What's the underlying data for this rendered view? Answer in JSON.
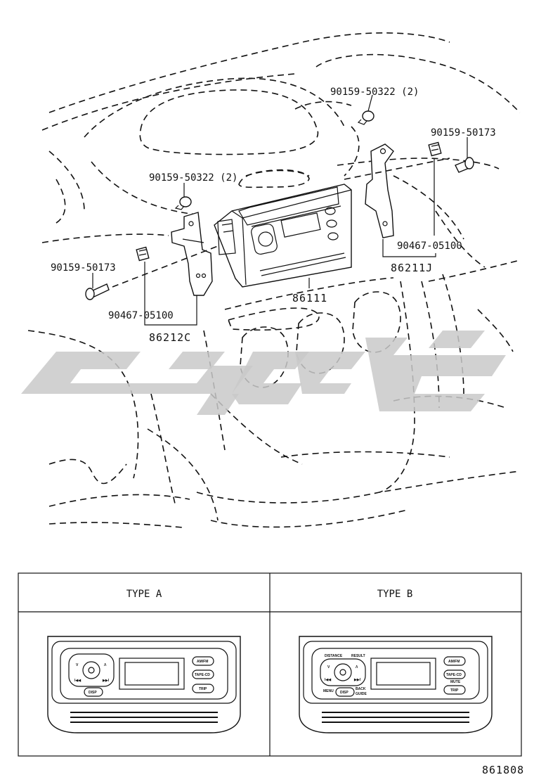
{
  "callouts": {
    "bolt_top_right_qty": "90159-50322 (2)",
    "bolt_right": "90159-50173",
    "bolt_left_qty": "90159-50322 (2)",
    "bolt_left": "90159-50173",
    "nut_right": "90467-05100",
    "nut_left": "90467-05100",
    "bracket_right": "86211J",
    "bracket_left": "86212C",
    "radio_unit": "86111"
  },
  "table": {
    "type_a_label": "TYPE A",
    "type_b_label": "TYPE B"
  },
  "panel_a": {
    "btn_top": "AM/FM",
    "btn_mid": "TAPE-CD",
    "btn_bottom": "TRIP",
    "btn_disp": "DISP"
  },
  "panel_b": {
    "btn_top": "AM/FM",
    "btn_mid": "TAPE-CD",
    "btn_mid2": "MUTE",
    "btn_bottom": "TRIP",
    "btn_disp": "DISP",
    "lbl_distance": "DISTANCE",
    "lbl_result": "RESULT",
    "lbl_menu": "MENU",
    "lbl_back": "BACK",
    "lbl_guide": "GUIDE"
  },
  "diagram_id": "861808"
}
